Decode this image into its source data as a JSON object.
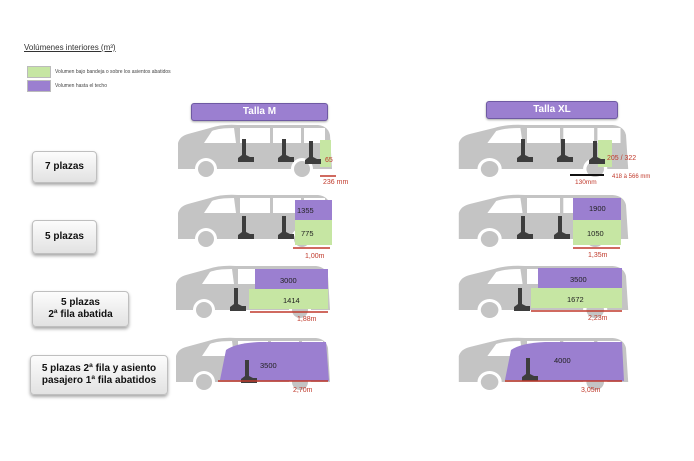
{
  "title": "Volúmenes interiores (m³)",
  "legend": [
    {
      "label": "Volumen bajo bandeja o sobre los asientos abatidos",
      "color": "#c6e6a3"
    },
    {
      "label": "Volumen hasta el techo",
      "color": "#9b7fd0"
    }
  ],
  "columns": [
    {
      "label": "Talla M"
    },
    {
      "label": "Talla XL"
    }
  ],
  "rows": [
    {
      "label": "7 plazas"
    },
    {
      "label": "5 plazas"
    },
    {
      "label": "5 plazas\n2ª fila abatida"
    },
    {
      "label": "5 plazas 2ª fila y asiento\npasajero 1ª fila abatidos"
    }
  ],
  "annotations": {
    "m_7_green": "65",
    "m_7_len": "236 mm",
    "m_5_purple": "1355",
    "m_5_green": "775",
    "m_5_len": "1,00m",
    "m_5b_purple": "3000",
    "m_5b_green": "1414",
    "m_5b_len": "1,88m",
    "m_5c_purple": "3500",
    "m_5c_len": "2,70m",
    "xl_7_green": "205 / 322",
    "xl_7_len_a": "130mm",
    "xl_7_len_b": "418 à 566 mm",
    "xl_5_purple": "1900",
    "xl_5_green": "1050",
    "xl_5_len": "1,35m",
    "xl_5b_purple": "3500",
    "xl_5b_green": "1672",
    "xl_5b_len": "2,23m",
    "xl_5c_purple": "4000",
    "xl_5c_len": "3,05m"
  },
  "colors": {
    "car": "#c4c4c4",
    "window": "#ffffff",
    "wheel": "#ffffff",
    "seat": "#3d3d3d",
    "purple": "#9b7fd0",
    "green": "#c6e6a3",
    "arrow": "#c0392b"
  }
}
